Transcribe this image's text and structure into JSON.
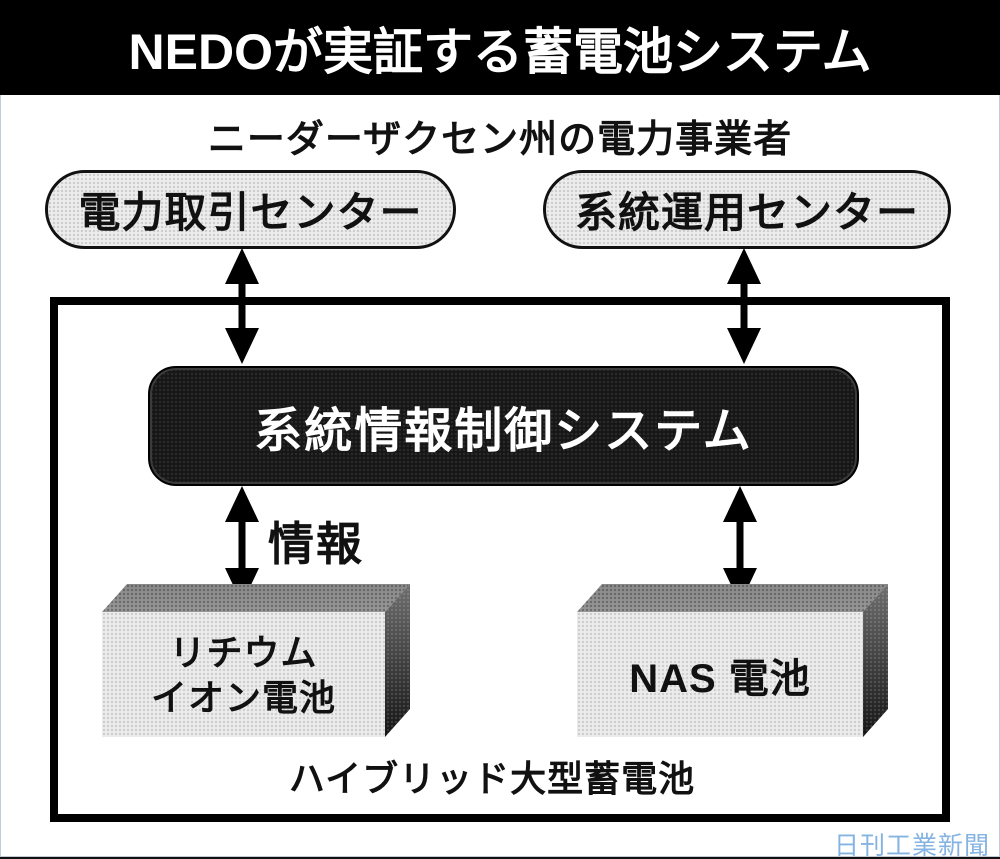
{
  "header": {
    "title": "NEDOが実証する蓄電池システム"
  },
  "subtitle": "ニーダーザクセン州の電力事業者",
  "pills": {
    "left": "電力取引センター",
    "right": "系統運用センター"
  },
  "control_box": {
    "label": "系統情報制御システム"
  },
  "info_label": "情報",
  "batteries": {
    "li_ion": {
      "line1": "リチウム",
      "line2": "イオン電池"
    },
    "nas": {
      "label": "NAS 電池"
    }
  },
  "hybrid_caption": "ハイブリッド大型蓄電池",
  "credit": "日刊工業新聞",
  "colors": {
    "title_bar": "#000000",
    "pill_fill": "#ededed",
    "control_fill": "#161616",
    "credit_text": "#86b4e2"
  }
}
